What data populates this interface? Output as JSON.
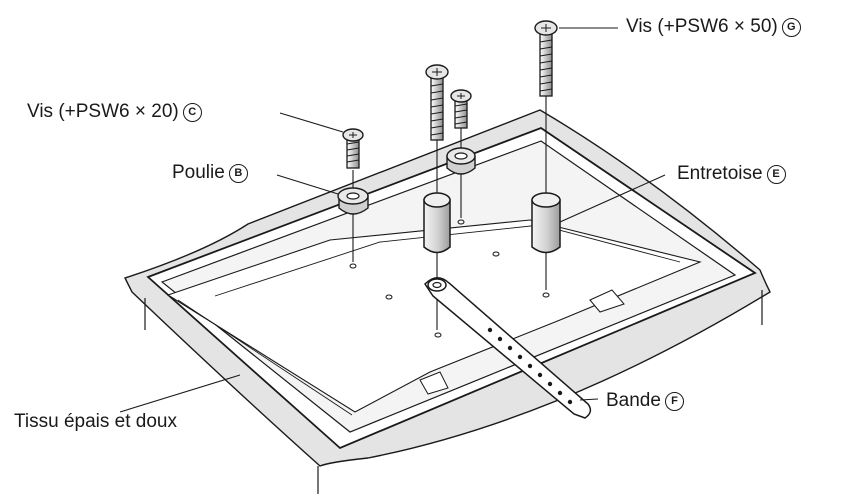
{
  "labels": {
    "screw_long": {
      "text": "Vis (+PSW6 × 50)",
      "letter": "G"
    },
    "screw_short": {
      "text": "Vis (+PSW6 × 20)",
      "letter": "C"
    },
    "pulley": {
      "text": "Poulie",
      "letter": "B"
    },
    "spacer": {
      "text": "Entretoise",
      "letter": "E"
    },
    "strap": {
      "text": "Bande",
      "letter": "F"
    },
    "cloth": {
      "text": "Tissu épais et doux"
    }
  },
  "colors": {
    "line": "#1a1a1a",
    "cloth_fill": "#e4e4e4",
    "panel_fill": "#ffffff",
    "part_fill": "#d6d6d6",
    "part_dark": "#9a9a9a"
  }
}
